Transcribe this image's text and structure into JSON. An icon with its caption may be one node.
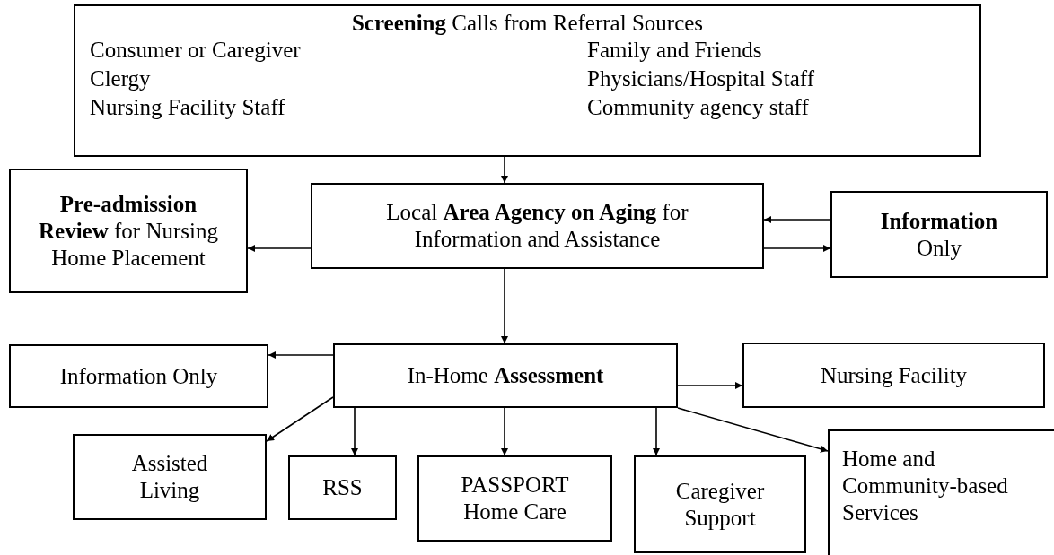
{
  "diagram": {
    "nodes": [
      {
        "text": [
          "**Screening** Calls from Referral Sources",
          "Consumer or Caregiver",
          "Family and Friends",
          "Clergy",
          "Physicians/Hospital Staff",
          "Nursing Facility Staff",
          "Community agency staff"
        ]
      },
      {
        "text": [
          "**Pre-admission Review** for Nursing Home Placement"
        ]
      },
      {
        "text": [
          "Local **Area Agency on Aging** for Information and Assistance"
        ]
      },
      {
        "text": [
          "**Information** Only"
        ]
      },
      {
        "text": [
          "Information Only"
        ]
      },
      {
        "text": [
          "In-Home **Assessment**"
        ]
      },
      {
        "text": [
          "Nursing Facility"
        ]
      },
      {
        "text": [
          "Assisted Living"
        ]
      },
      {
        "text": [
          "RSS"
        ]
      },
      {
        "text": [
          "PASSPORT Home Care"
        ]
      },
      {
        "text": [
          "Caregiver Support"
        ]
      },
      {
        "text": [
          "Home and Community-based Services"
        ]
      }
    ],
    "edges": [
      {
        "from": 0,
        "to": 2,
        "arrow": "to"
      },
      {
        "from": 3,
        "to": 2,
        "arrow": "to"
      },
      {
        "from": 2,
        "to": 3,
        "arrow": "to"
      },
      {
        "from": 2,
        "to": 1,
        "arrow": "to"
      },
      {
        "from": 2,
        "to": 5,
        "arrow": "to"
      },
      {
        "from": 5,
        "to": 4,
        "arrow": "to"
      },
      {
        "from": 5,
        "to": 6,
        "arrow": "to"
      },
      {
        "from": 5,
        "to": 7,
        "arrow": "to"
      },
      {
        "from": 5,
        "to": 8,
        "arrow": "to"
      },
      {
        "from": 5,
        "to": 9,
        "arrow": "to"
      },
      {
        "from": 5,
        "to": 10,
        "arrow": "to"
      },
      {
        "from": 5,
        "to": 11,
        "arrow": "to"
      }
    ]
  }
}
